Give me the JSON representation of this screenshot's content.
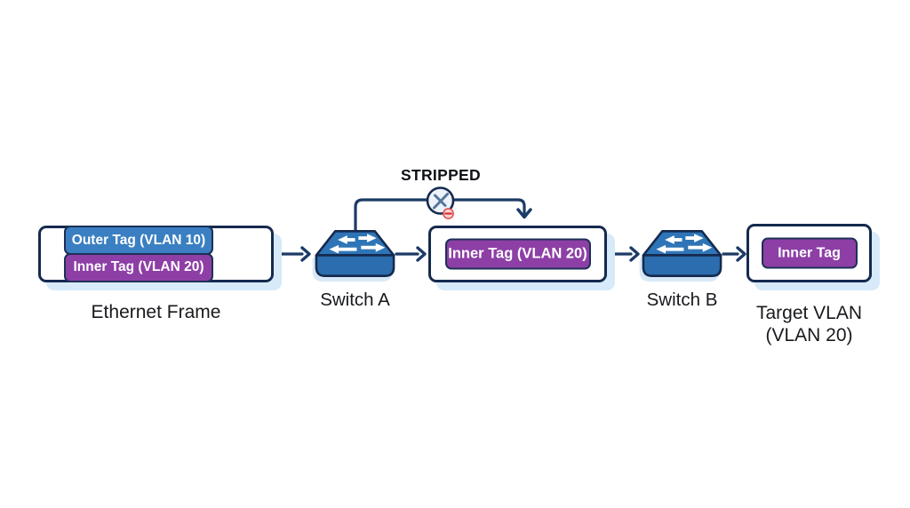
{
  "diagram": {
    "title_implied": "VLAN double-tag stripping flow",
    "ethernet_frame": {
      "label": "Ethernet Frame",
      "outer_tag": "Outer Tag (VLAN 10)",
      "inner_tag": "Inner Tag (VLAN 20)"
    },
    "switch_a": {
      "label": "Switch A"
    },
    "strip_action": {
      "label": "STRIPPED"
    },
    "stripped_frame": {
      "inner_tag": "Inner Tag (VLAN 20)"
    },
    "switch_b": {
      "label": "Switch B"
    },
    "target_vlan": {
      "inner_tag": "Inner Tag",
      "label_line1": "Target VLAN",
      "label_line2": "(VLAN 20)"
    },
    "icons": {
      "strip": "scissors-cut-icon",
      "strip_badge": "minus-remove-badge",
      "switch": "network-switch-icon",
      "connectors": "chevron-arrow"
    },
    "colors": {
      "outer_tag_blue": "#3a7fc1",
      "inner_tag_purple": "#8d3fa6",
      "switch_top_blue": "#2e75b7",
      "switch_front_blue": "#2b6dae",
      "outline_navy": "#152a4e",
      "connector_navy": "#1c3a66",
      "shadow_light_blue": "#d7eaf9",
      "cut_glyph_blue": "#56759c",
      "badge_red": "#d63030",
      "background": "#ffffff"
    }
  }
}
